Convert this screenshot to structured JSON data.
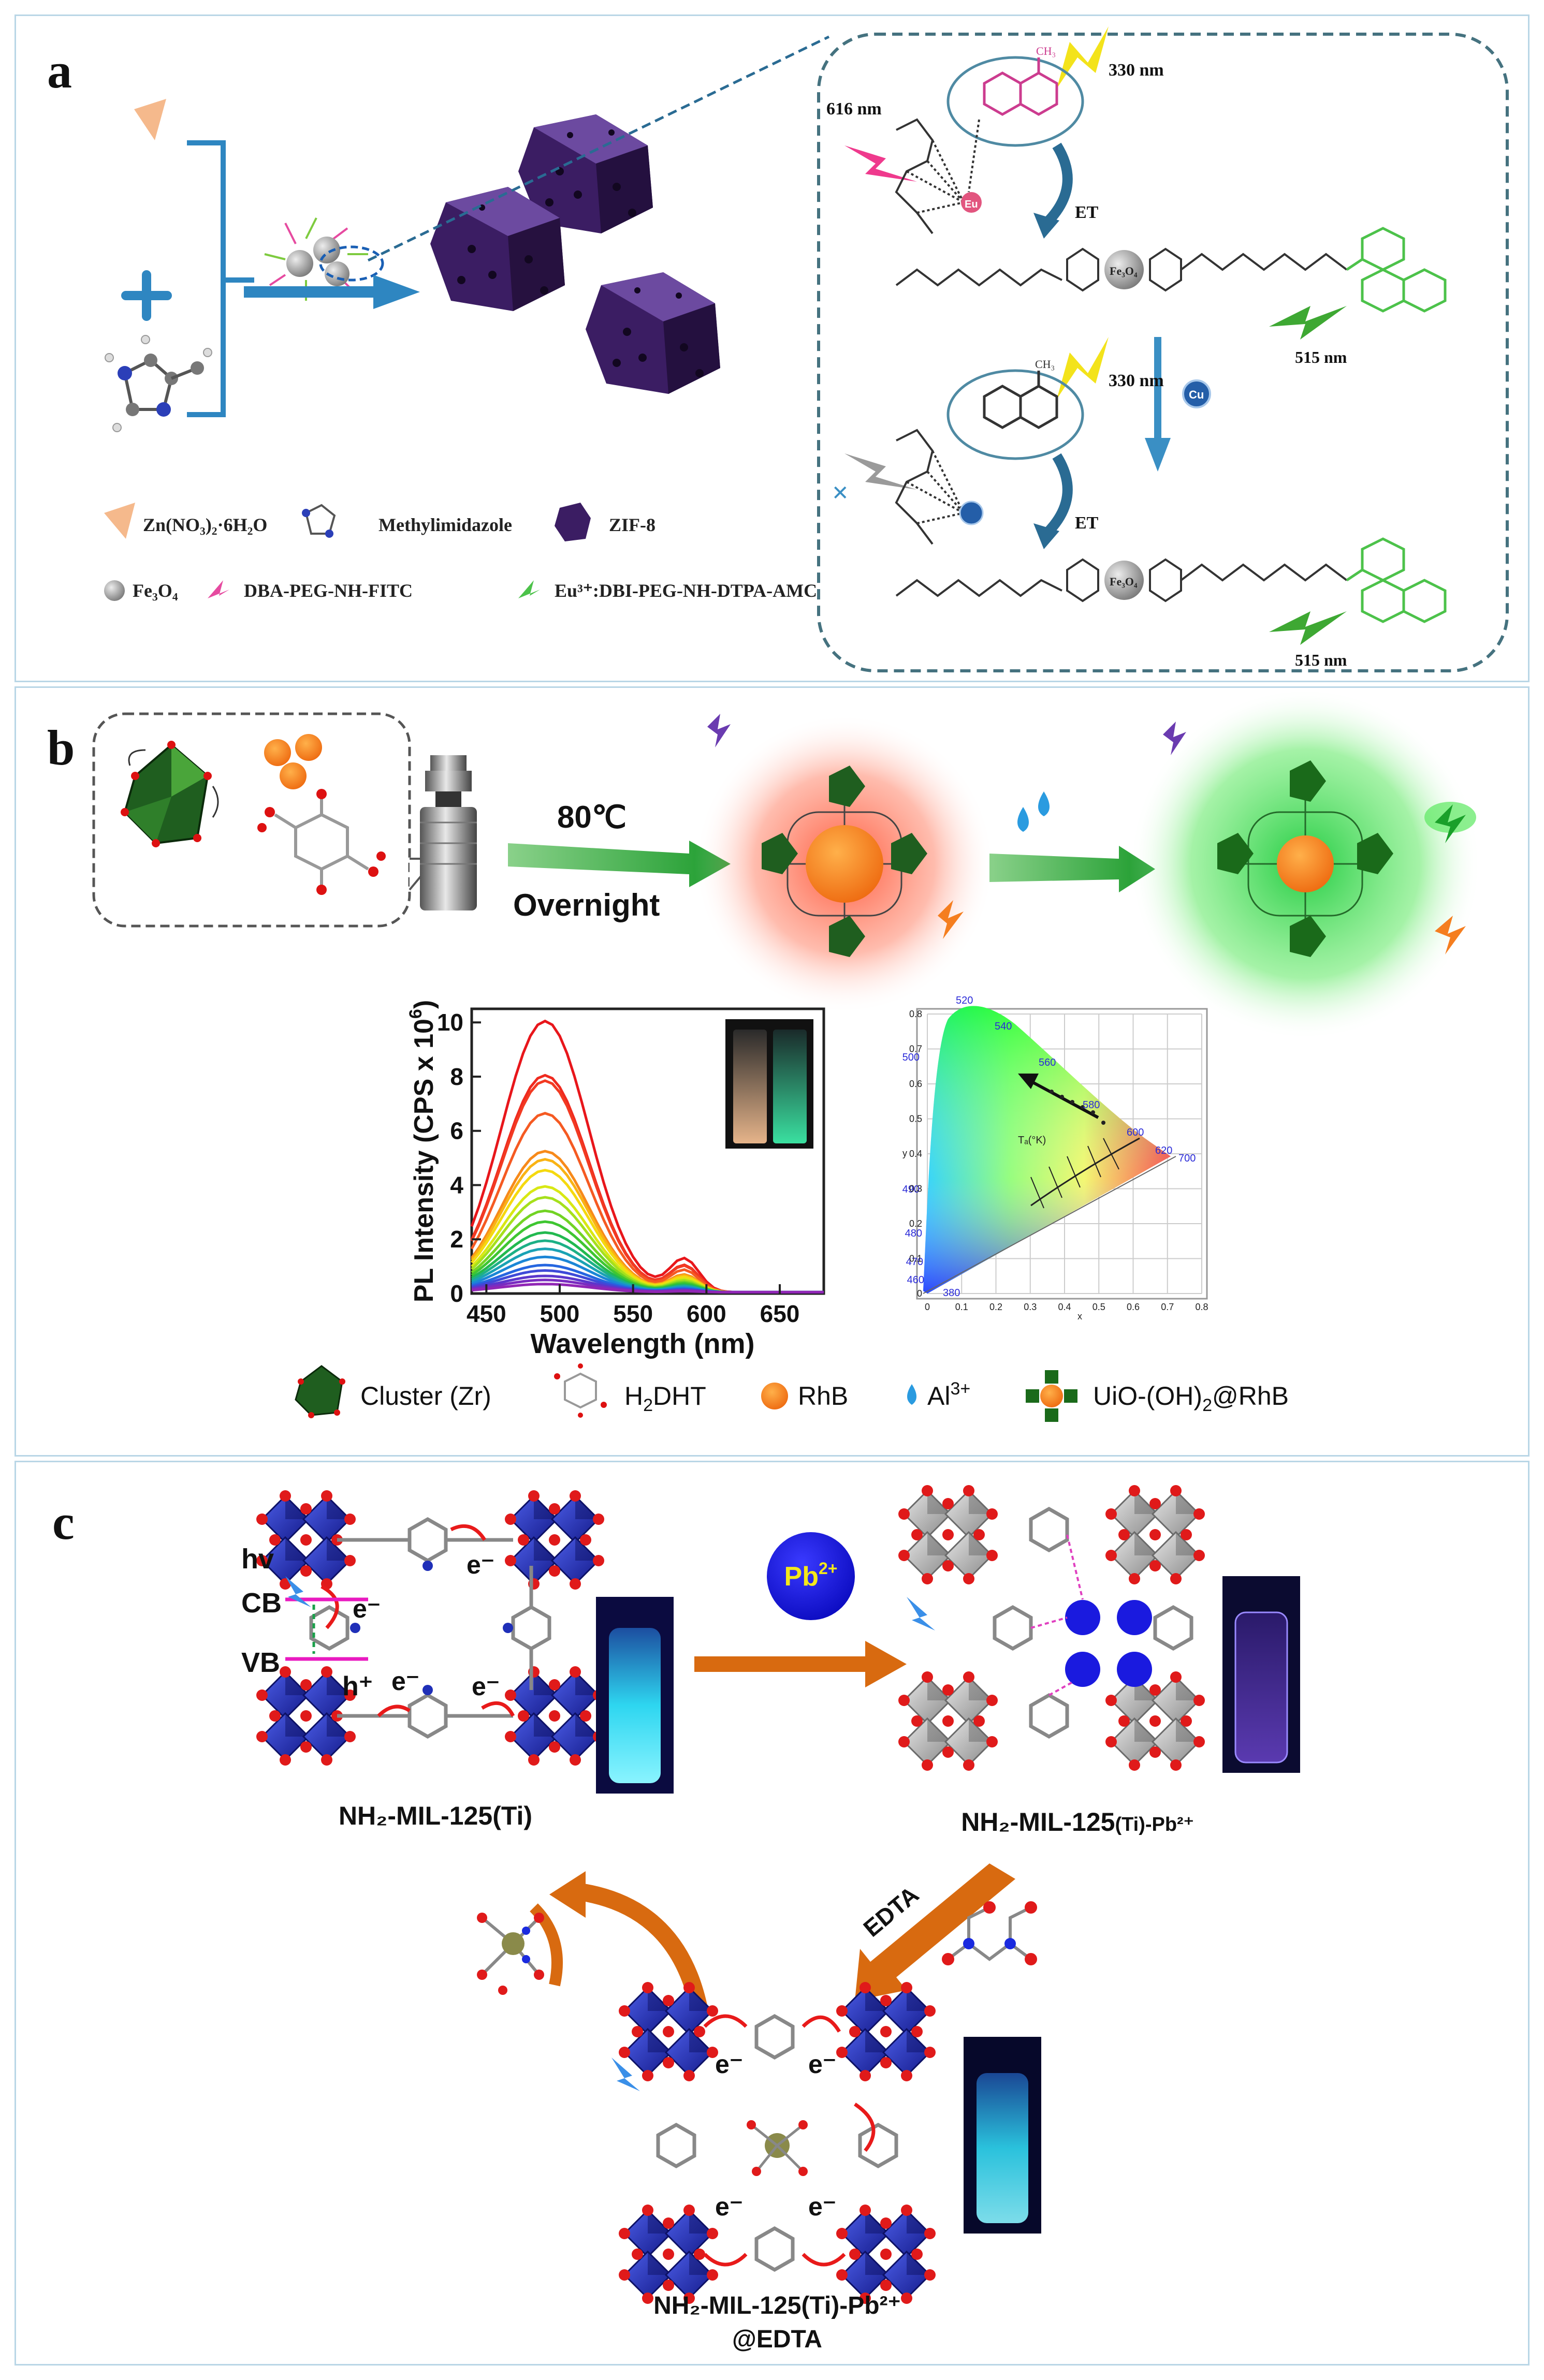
{
  "panels": {
    "a": {
      "label": "a",
      "wl_excite_top": "330 nm",
      "wl_emit_eu": "616 nm",
      "et_top": "ET",
      "fe3o4_top": "Fe₃O₄",
      "wl_fitc_top": "515 nm",
      "wl_excite_bottom": "330 nm",
      "et_bottom": "ET",
      "fe3o4_bottom": "Fe₃O₄",
      "wl_fitc_bottom": "515 nm",
      "cu_label": "Cu",
      "eu_label": "Eu",
      "legend": {
        "zn": "Zn(NO₃)₂·6H₂O",
        "mim": "Methylimidazole",
        "zif": "ZIF-8",
        "fe": "Fe₃O₄",
        "dba": "DBA-PEG-NH-FITC",
        "eu": "Eu³⁺:DBI-PEG-NH-DTPA-AMC"
      }
    },
    "b": {
      "label": "b",
      "temp": "80℃",
      "time": "Overnight",
      "plot": {
        "ylabel_main": "PL Intensity (CPS x 10",
        "ylabel_exp": "6",
        "ylabel_close": ")",
        "xlabel": "Wavelength (nm)",
        "xticks": [
          "450",
          "500",
          "550",
          "600",
          "650"
        ],
        "yticks": [
          "0",
          "2",
          "4",
          "6",
          "8",
          "10"
        ]
      },
      "cie": {
        "wl_labels": [
          "520",
          "540",
          "560",
          "580",
          "600",
          "620",
          "700",
          "500",
          "490",
          "480",
          "470",
          "460",
          "380"
        ],
        "xticks": [
          "0",
          "0.1",
          "0.2",
          "0.3",
          "0.4",
          "0.5",
          "0.6",
          "0.7",
          "0.8"
        ],
        "yticks": [
          "0",
          "0.1",
          "0.2",
          "0.3",
          "0.4",
          "0.5",
          "0.6",
          "0.7",
          "0.8"
        ],
        "xaxis": "x",
        "yaxis": "y",
        "tc_label": "Tₐ(°K)"
      },
      "legend": {
        "cluster": "Cluster (Zr)",
        "h2dht_pre": "H",
        "h2dht_sub": "2",
        "h2dht_post": "DHT",
        "rhb": "RhB",
        "al_pre": "Al",
        "al_sup": "3+",
        "uio_pre": "UiO-(OH)",
        "uio_sub": "2",
        "uio_post": "@RhB"
      }
    },
    "c": {
      "label": "c",
      "hv": "hv",
      "cb": "CB",
      "vb": "VB",
      "electron": "e⁻",
      "hole": "h⁺",
      "pb_badge": "Pb",
      "pb_sup": "2+",
      "mof1": "NH₂-MIL-125(Ti)",
      "mof2_main": "NH₂-MIL-125",
      "mof2_suffix": "(Ti)-Pb²⁺",
      "edta": "EDTA",
      "mof3_line1": "NH₂-MIL-125(Ti)-Pb²⁺",
      "mof3_line2": "@EDTA"
    }
  },
  "chart_data": {
    "type": "line",
    "title": "",
    "xlabel": "Wavelength (nm)",
    "ylabel": "PL Intensity (CPS x 10^6)",
    "xlim": [
      440,
      680
    ],
    "ylim": [
      0,
      10.5
    ],
    "x": [
      440,
      460,
      480,
      490,
      500,
      520,
      540,
      560,
      575,
      585,
      600,
      620,
      650,
      680
    ],
    "peak_wavelength": 490,
    "series_peaks": [
      10.0,
      8.0,
      7.8,
      6.6,
      5.2,
      4.9,
      4.5,
      3.9,
      3.5,
      3.0,
      2.6,
      2.2,
      1.9,
      1.6,
      1.3,
      1.0,
      0.8,
      0.6,
      0.45,
      0.3
    ],
    "series_colors": [
      "#e8161b",
      "#ef2a1f",
      "#f23a22",
      "#f55a22",
      "#f78a1a",
      "#f9b314",
      "#f5d90f",
      "#d8e814",
      "#a6e01c",
      "#72d324",
      "#3fc631",
      "#22b94f",
      "#1db086",
      "#1aa2b4",
      "#1b86d6",
      "#2566e0",
      "#3e4ad8",
      "#5b36cc",
      "#7a2cc0",
      "#9126b5"
    ]
  }
}
